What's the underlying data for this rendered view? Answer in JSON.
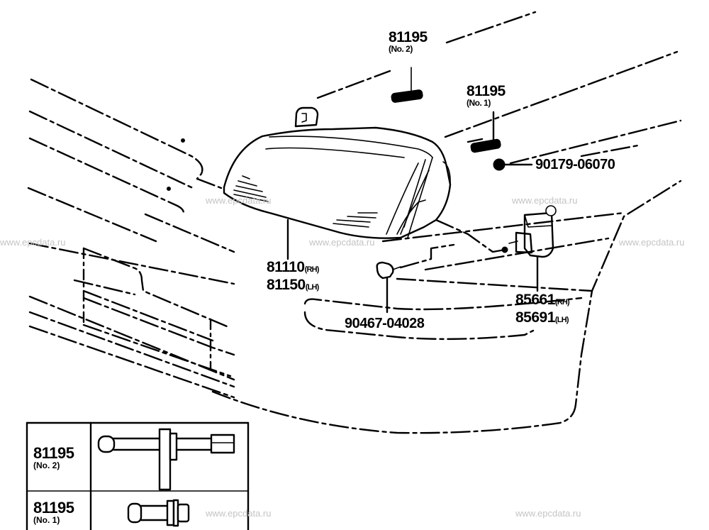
{
  "diagram": {
    "title": "Headlamp assembly parts diagram",
    "callouts": [
      {
        "id": "bolt-no2",
        "part_number": "81195",
        "qualifier": "(No. 2)"
      },
      {
        "id": "bolt-no1",
        "part_number": "81195",
        "qualifier": "(No. 1)"
      },
      {
        "id": "nut",
        "part_number": "90179-06070"
      },
      {
        "id": "headlamp",
        "part_number": "81110",
        "side": "(RH)",
        "alt_part_number": "81150",
        "alt_side": "(LH)"
      },
      {
        "id": "clip",
        "part_number": "90467-04028"
      },
      {
        "id": "actuator",
        "part_number": "85661",
        "side": "(RH)",
        "alt_part_number": "85691",
        "alt_side": "(LH)"
      }
    ],
    "legend_table": {
      "rows": [
        {
          "part_number": "81195",
          "qualifier": "(No. 2)",
          "illustration": "long-bolt-with-spacer"
        },
        {
          "part_number": "81195",
          "qualifier": "(No. 1)",
          "illustration": "short-bolt"
        }
      ]
    },
    "watermark": "www.epcdata.ru",
    "colors": {
      "ink": "#000000",
      "watermark": "#c4c4c4",
      "background": "#ffffff"
    }
  }
}
